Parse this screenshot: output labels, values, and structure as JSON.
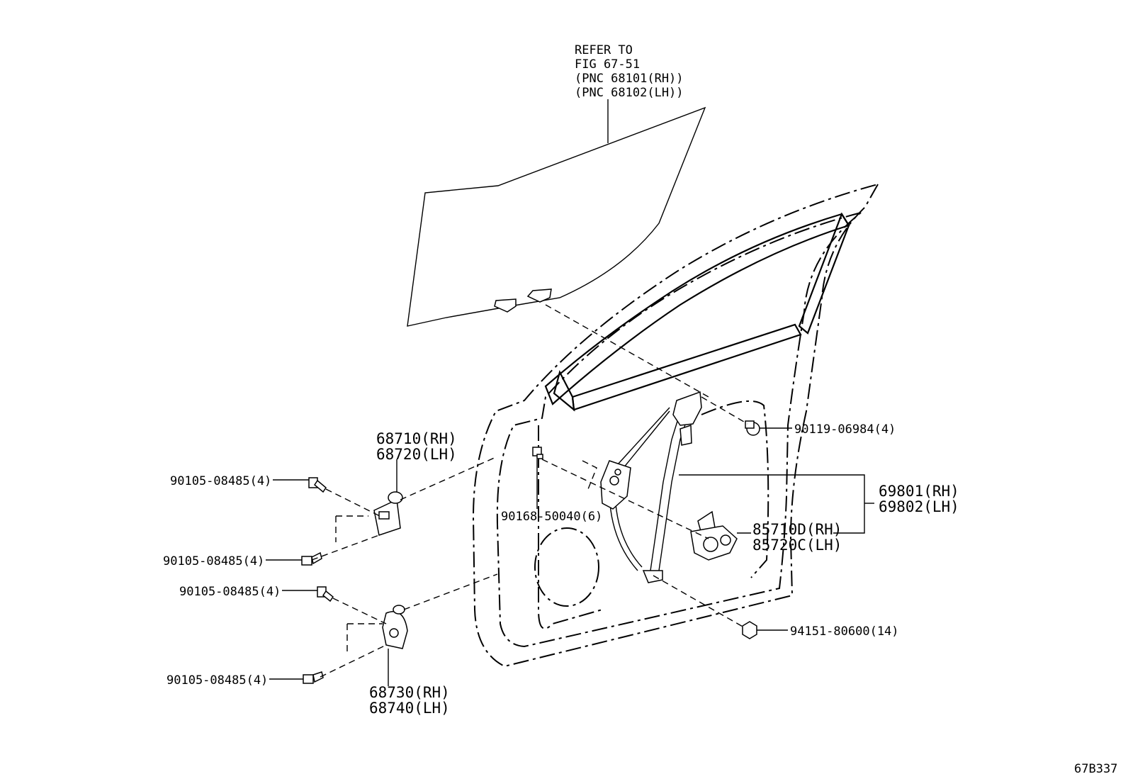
{
  "refer_note": [
    "REFER TO",
    "FIG 67-51",
    "(PNC 68101(RH))",
    "(PNC 68102(LH))"
  ],
  "callouts": {
    "bolt_90119": "90119-06984(4)",
    "reg_69801": "69801(RH)",
    "reg_69802": "69802(LH)",
    "motor_85710": "85710D(RH)",
    "motor_85720": "85720C(LH)",
    "nut_94151": "94151-80600(14)",
    "screw_90168": "90168-50040(6)",
    "hinge_upper_rh": "68710(RH)",
    "hinge_upper_lh": "68720(LH)",
    "hinge_lower_rh": "68730(RH)",
    "hinge_lower_lh": "68740(LH)",
    "bolt_a": "90105-08485(4)",
    "bolt_b": "90105-08485(4)",
    "bolt_c": "90105-08485(4)",
    "bolt_d": "90105-08485(4)"
  },
  "figure_code": "67B337"
}
